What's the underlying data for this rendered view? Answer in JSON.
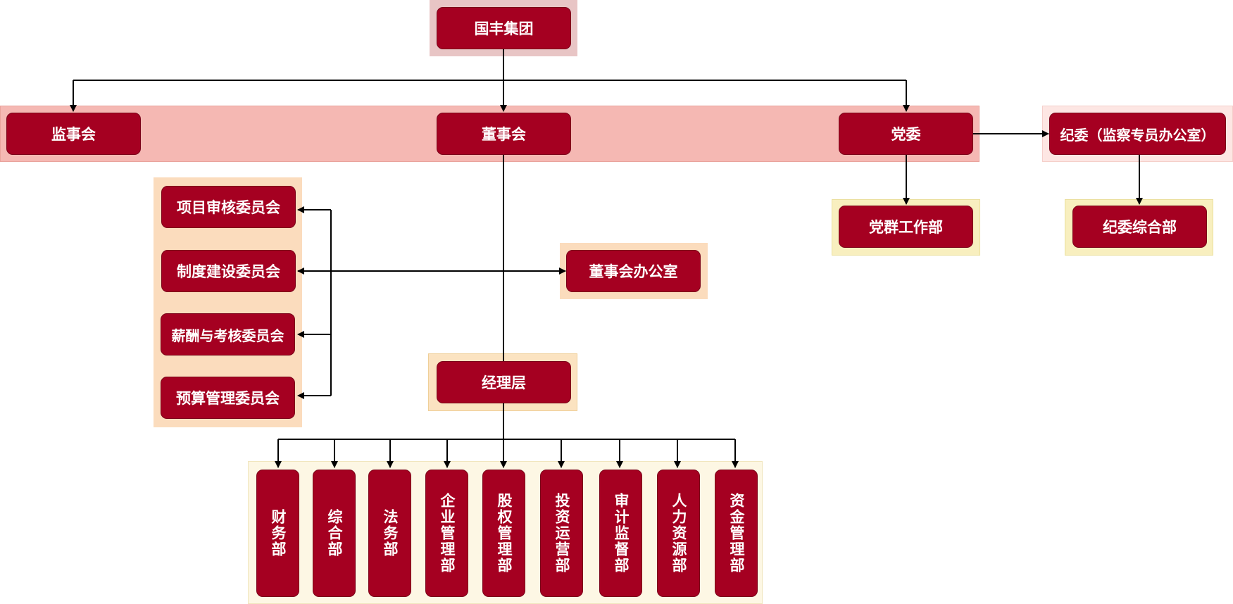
{
  "colors": {
    "node_fill": "#a50021",
    "node_text": "#ffffff",
    "panel_top": "#e8c5c5",
    "panel_board_band": "#f5b8b3",
    "panel_discipline": "#fde6e3",
    "panel_party_dept": "#f8efbf",
    "panel_committees": "#fbdcbd",
    "panel_manager": "#fbe3c1",
    "panel_departments": "#fdf7e4",
    "connector": "#000000"
  },
  "nodes": {
    "group": "国丰集团",
    "supervisory_board": "监事会",
    "board_of_directors": "董事会",
    "party_committee": "党委",
    "discipline_committee": "纪委（监察专员办公室）",
    "party_work_dept": "党群工作部",
    "discipline_general_dept": "纪委综合部",
    "board_office": "董事会办公室",
    "management": "经理层",
    "committees": [
      "项目审核委员会",
      "制度建设委员会",
      "薪酬与考核委员会",
      "预算管理委员会"
    ],
    "departments": [
      "财务部",
      "综合部",
      "法务部",
      "企业管理部",
      "股权管理部",
      "投资运营部",
      "审计监督部",
      "人力资源部",
      "资金管理部"
    ]
  }
}
